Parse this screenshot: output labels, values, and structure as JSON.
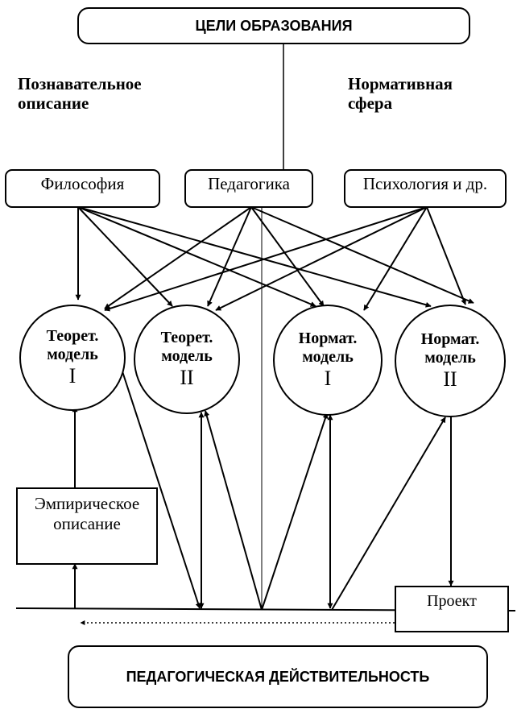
{
  "goals": "ЦЕЛИ ОБРАЗОВАНИЯ",
  "left_caption": [
    "Познавательное",
    "описание"
  ],
  "right_caption": [
    "Нормативная",
    "сфера"
  ],
  "sources": {
    "philosophy": "Философия",
    "pedagogy": "Педагогика",
    "psychology": "Психология и др."
  },
  "models": [
    {
      "line1": "Теорет.",
      "line2": "модель",
      "numeral": "I"
    },
    {
      "line1": "Теорет.",
      "line2": "модель",
      "numeral": "II"
    },
    {
      "line1": "Нормат.",
      "line2": "модель",
      "numeral": "I"
    },
    {
      "line1": "Нормат.",
      "line2": "модель",
      "numeral": "II"
    }
  ],
  "empirical": [
    "Эмпирическое",
    "описание"
  ],
  "project": "Проект",
  "reality": "ПЕДАГОГИЧЕСКАЯ ДЕЙСТВИТЕЛЬНОСТЬ"
}
